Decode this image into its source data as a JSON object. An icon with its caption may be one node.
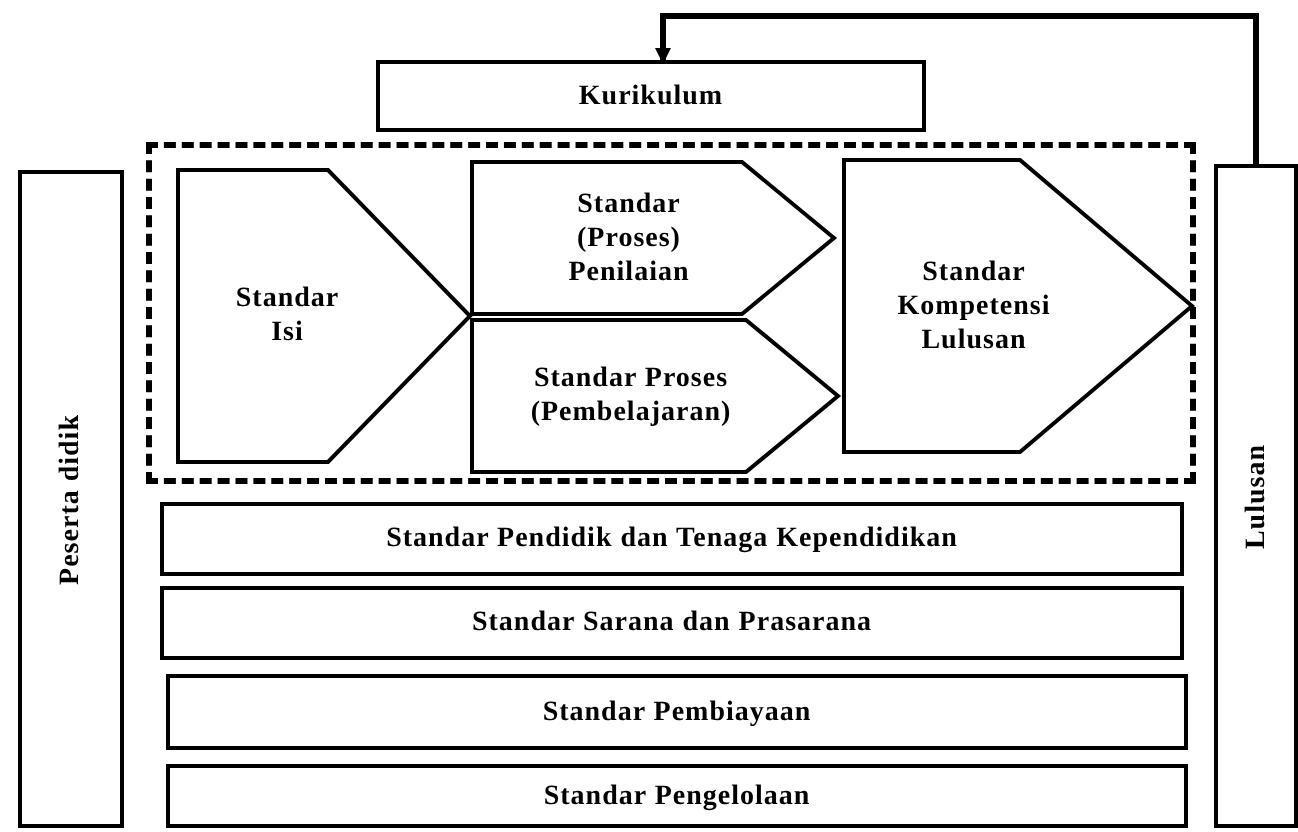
{
  "diagram": {
    "nodes": [
      {
        "text": [
          "Kurikulum"
        ]
      },
      {
        "text": [
          "Peserta didik"
        ]
      },
      {
        "text": [],
        "shape": "box"
      },
      {
        "text": [
          "Standar Isi"
        ],
        "in": 2
      },
      {
        "text": [
          "Standar (Proses) Penilaian"
        ],
        "in": 2
      },
      {
        "text": [
          "Standar Proses (Pembelajaran)"
        ],
        "in": 2
      },
      {
        "text": [
          "Standar Kompetensi Lulusan"
        ],
        "in": 2
      },
      {
        "text": [
          "Standar Pendidik dan Tenaga Kependidikan"
        ]
      },
      {
        "text": [
          "Standar Sarana dan Prasarana"
        ]
      },
      {
        "text": [
          "Standar Pembiayaan"
        ]
      },
      {
        "text": [
          "Standar Pengelolaan"
        ]
      },
      {
        "text": [
          "Lulusan"
        ]
      }
    ],
    "edges": [
      {
        "from": 11,
        "to": 0,
        "arrow": "to"
      }
    ]
  }
}
